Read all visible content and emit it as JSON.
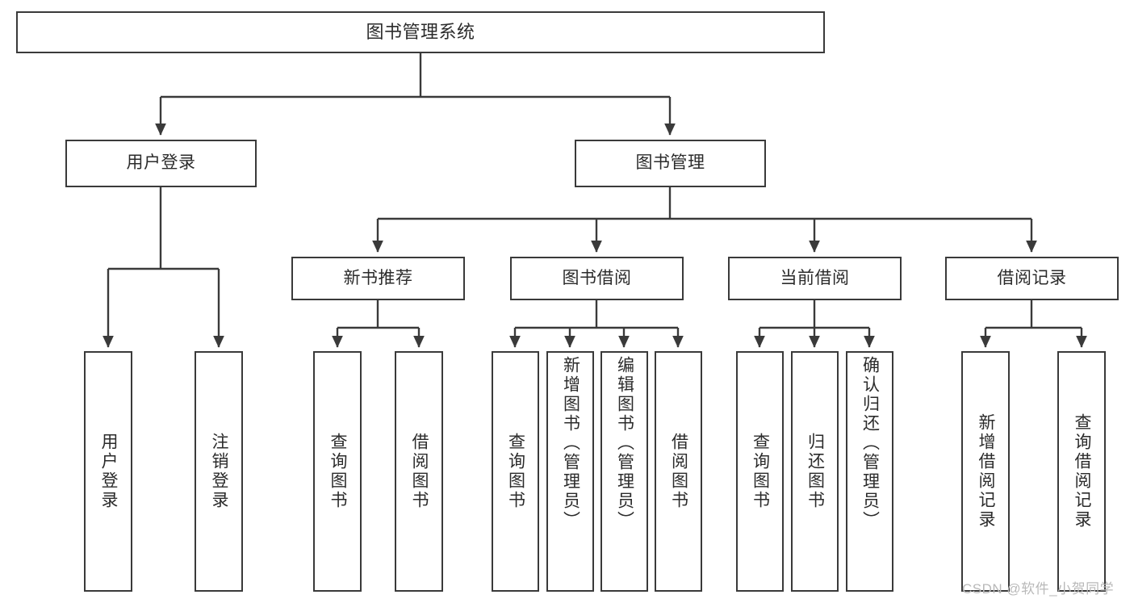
{
  "diagram": {
    "title": "图书管理系统",
    "type": "tree-hierarchy",
    "watermark": "CSDN @软件_小贺同学",
    "colors": {
      "stroke": "#3a3a3a",
      "text": "#2b2b2b",
      "background": "#ffffff",
      "watermark": "#b9b9b9"
    },
    "nodes": {
      "root": {
        "label": "图书管理系统"
      },
      "level1": [
        {
          "id": "user-login",
          "label": "用户登录"
        },
        {
          "id": "book-manage",
          "label": "图书管理"
        }
      ],
      "level2": [
        {
          "id": "new-book-recommend",
          "label": "新书推荐"
        },
        {
          "id": "book-borrow",
          "label": "图书借阅"
        },
        {
          "id": "current-borrow",
          "label": "当前借阅"
        },
        {
          "id": "borrow-record",
          "label": "借阅记录"
        }
      ],
      "leaves": {
        "user_login": [
          {
            "id": "leaf-user-login",
            "label": "用户登录"
          },
          {
            "id": "leaf-user-logout",
            "label": "注销登录"
          }
        ],
        "new_book_recommend": [
          {
            "id": "leaf-query-book-1",
            "label": "查询图书"
          },
          {
            "id": "leaf-borrow-book-1",
            "label": "借阅图书"
          }
        ],
        "book_borrow": [
          {
            "id": "leaf-query-book-2",
            "label": "查询图书"
          },
          {
            "id": "leaf-add-book",
            "label": "新增图书（管理员）"
          },
          {
            "id": "leaf-edit-book",
            "label": "编辑图书（管理员）"
          },
          {
            "id": "leaf-borrow-book-2",
            "label": "借阅图书"
          }
        ],
        "current_borrow": [
          {
            "id": "leaf-query-book-3",
            "label": "查询图书"
          },
          {
            "id": "leaf-return-book",
            "label": "归还图书"
          },
          {
            "id": "leaf-confirm-return",
            "label": "确认归还（管理员）"
          }
        ],
        "borrow_record": [
          {
            "id": "leaf-add-record",
            "label": "新增借阅记录"
          },
          {
            "id": "leaf-query-record",
            "label": "查询借阅记录"
          }
        ]
      }
    }
  }
}
